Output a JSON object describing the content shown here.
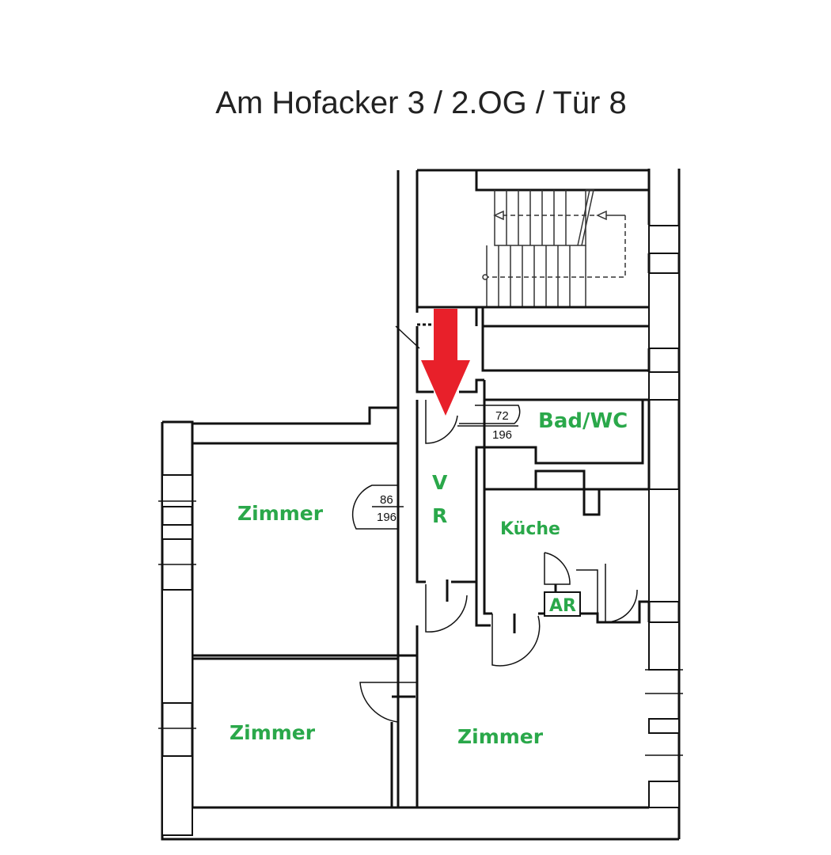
{
  "title": "Am Hofacker 3 / 2.OG / Tür 8",
  "rooms": {
    "bad_wc": "Bad/WC",
    "vr_v": "V",
    "vr_r": "R",
    "kueche": "Küche",
    "ar": "AR",
    "zimmer_top_left": "Zimmer",
    "zimmer_bottom_left": "Zimmer",
    "zimmer_bottom_right": "Zimmer"
  },
  "doors": {
    "entrance_width": "72",
    "entrance_height": "196",
    "room_width": "86",
    "room_height": "196"
  },
  "colors": {
    "label": "#2aa84a",
    "arrow": "#e8202a",
    "wall": "#111111"
  },
  "icons": {
    "entrance": "arrow-down-icon"
  }
}
